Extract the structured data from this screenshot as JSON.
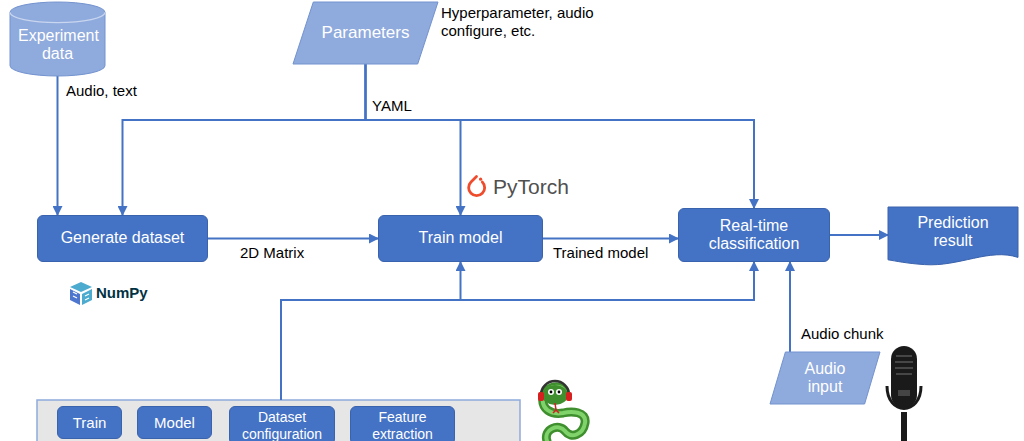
{
  "diagram": {
    "nodes": [
      {
        "text": [
          "Experiment data"
        ]
      },
      {
        "text": [
          "Parameters"
        ]
      },
      {
        "text": [
          "Generate dataset"
        ]
      },
      {
        "text": [
          "Train model"
        ]
      },
      {
        "text": [
          "Real-time classification"
        ]
      },
      {
        "text": [
          "Prediction result"
        ]
      },
      {
        "text": [
          "Audio input"
        ]
      },
      {
        "text": [
          "Train"
        ]
      },
      {
        "text": [
          "Model"
        ]
      },
      {
        "text": [
          "Dataset configuration"
        ]
      },
      {
        "text": [
          "Feature extraction"
        ]
      }
    ],
    "edges": [
      {
        "from": 0,
        "to": 2,
        "label": "Audio, text",
        "arrow": "to"
      },
      {
        "from": 1,
        "to": 2,
        "arrow": "to"
      },
      {
        "from": 1,
        "to": 3,
        "arrow": "to"
      },
      {
        "from": 1,
        "to": 4,
        "arrow": "to"
      },
      {
        "from": 2,
        "to": 3,
        "label": "2D Matrix",
        "arrow": "to"
      },
      {
        "from": 3,
        "to": 4,
        "label": "Trained model",
        "arrow": "to"
      },
      {
        "from": 4,
        "to": 5,
        "arrow": "to"
      },
      {
        "from": 6,
        "to": 4,
        "label": "Audio chunk",
        "arrow": "to"
      }
    ],
    "labels": [
      "Hyperparameter, audio configure, etc.",
      "YAML",
      "PyTorch",
      "NumPy"
    ]
  }
}
